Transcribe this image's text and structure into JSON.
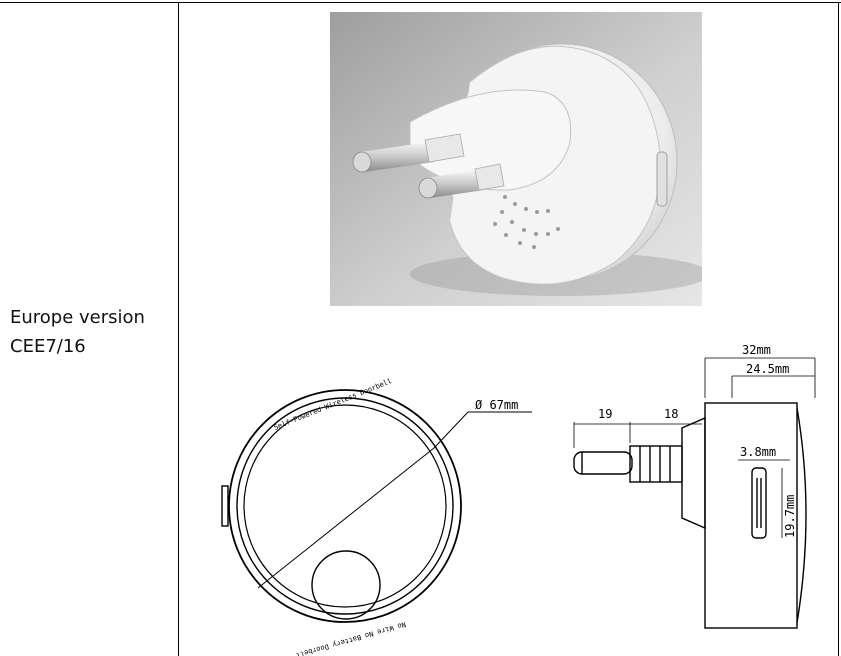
{
  "label": {
    "line1": "Europe version",
    "line2": "CEE7/16"
  },
  "drawing": {
    "diameter": "Ø 67mm",
    "ring_text_top": "Self-Powered Wireless Doorbell",
    "ring_text_bottom": "No Wire No Battery Doorbell",
    "dim_32": "32mm",
    "dim_24_5": "24.5mm",
    "dim_19_pin": "19",
    "dim_18": "18",
    "dim_3_8": "3.8mm",
    "dim_19_7": "19.7mm"
  },
  "colors": {
    "photo_bg": "#bdbdbd",
    "device_white": "#f2f2f2",
    "line": "#000000"
  }
}
